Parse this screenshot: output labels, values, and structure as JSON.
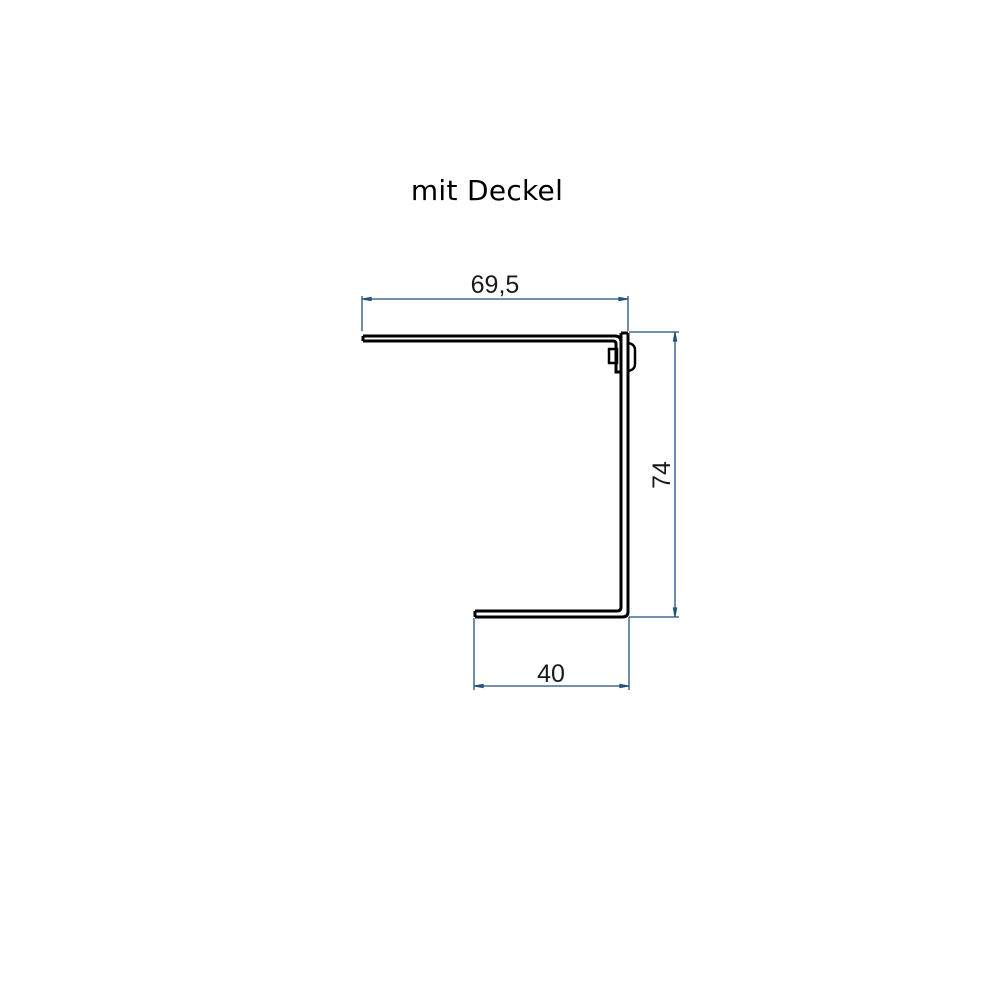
{
  "title": "mit Deckel",
  "dimensions": {
    "top_width": "69,5",
    "height": "74",
    "bottom_width": "40"
  },
  "colors": {
    "profile_stroke": "#000000",
    "dimension_line": "#1f4e79",
    "background": "#ffffff"
  }
}
